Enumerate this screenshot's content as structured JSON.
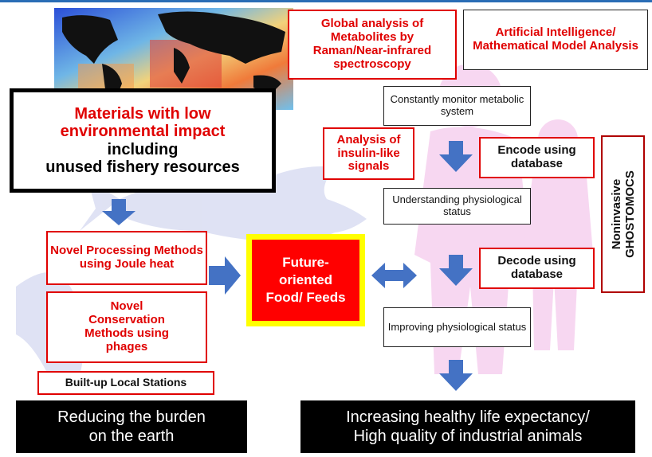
{
  "colors": {
    "red": "#e00000",
    "arrow": "#4472c4",
    "future_fill": "#ff0000",
    "future_border": "#ffff00",
    "vertical_border": "#b00000"
  },
  "icons": {
    "world_map": "world-map-heatmap-image",
    "fish": "fish-silhouette",
    "human": "human-silhouette",
    "animal": "animal-silhouette"
  },
  "materials": {
    "line1": "Materials with low",
    "line2": "environmental impact",
    "line3": "including",
    "line4": "unused fishery resources"
  },
  "global_analysis": "Global analysis of Metabolites by Raman/Near-infrared spectroscopy",
  "ai_analysis": "Artificial Intelligence/ Mathematical Model Analysis",
  "monitor": "Constantly monitor metabolic system",
  "insulin": "Analysis of insulin-like signals",
  "encode": "Encode using database",
  "understanding": "Understanding physiological status",
  "decode": "Decode using database",
  "improving": "Improving physiological status",
  "noninvasive": {
    "line1": "Noninvasive",
    "line2": "GHOSTOMOCS"
  },
  "joule": "Novel Processing Methods using Joule heat",
  "phages": "Novel Conservation Methods using phages",
  "stations": "Built-up Local Stations",
  "future": "Future-oriented Food/ Feeds",
  "bottom_left": {
    "line1": "Reducing the burden",
    "line2": "on the earth"
  },
  "bottom_right": {
    "line1": "Increasing healthy life expectancy/",
    "line2": "High quality of industrial animals"
  }
}
